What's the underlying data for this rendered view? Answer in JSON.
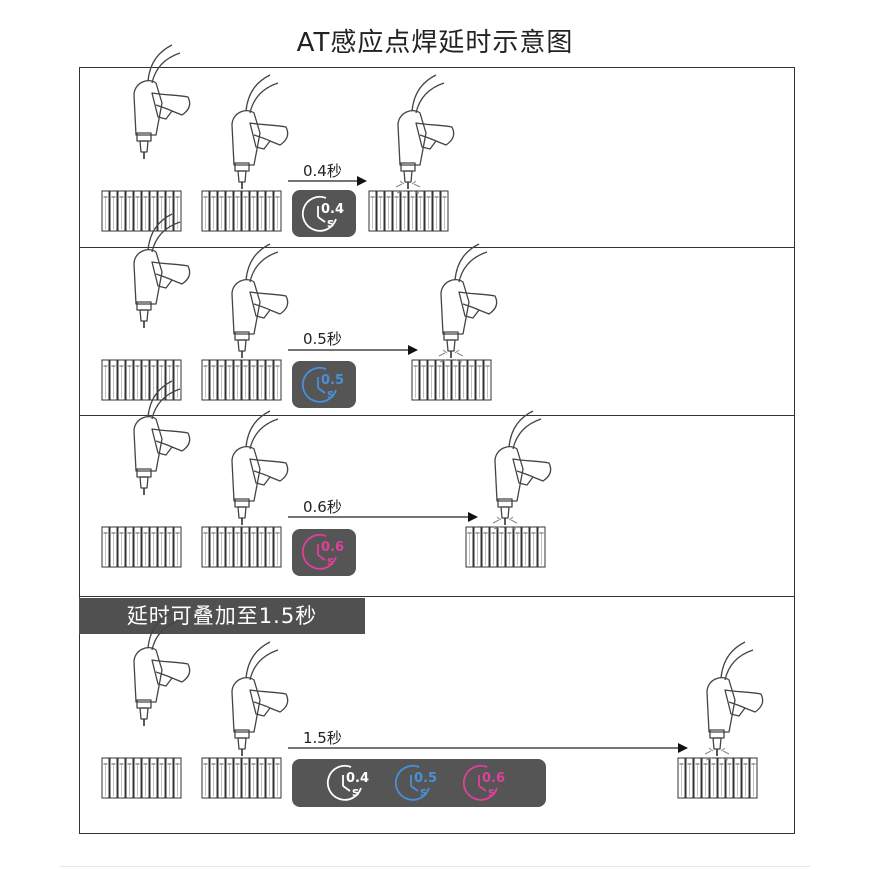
{
  "title": "AT感应点焊延时示意图",
  "rows": [
    {
      "delay_label": "0.4秒",
      "timers": [
        {
          "value": "0.4",
          "unit": "s",
          "color": "#ffffff"
        }
      ]
    },
    {
      "delay_label": "0.5秒",
      "timers": [
        {
          "value": "0.5",
          "unit": "s",
          "color": "#4a90d9"
        }
      ]
    },
    {
      "delay_label": "0.6秒",
      "timers": [
        {
          "value": "0.6",
          "unit": "s",
          "color": "#e0409a"
        }
      ]
    },
    {
      "delay_label": "1.5秒",
      "timers": [
        {
          "value": "0.4",
          "unit": "s",
          "color": "#ffffff"
        },
        {
          "value": "0.5",
          "unit": "s",
          "color": "#4a90d9"
        },
        {
          "value": "0.6",
          "unit": "s",
          "color": "#e0409a"
        }
      ]
    }
  ],
  "stack_note": "延时可叠加至1.5秒",
  "icons": {
    "tool": "soldering-gun-icon",
    "battery": "battery-pack-icon",
    "timer": "clock-timer-icon",
    "arrow": "arrow-right-icon"
  }
}
